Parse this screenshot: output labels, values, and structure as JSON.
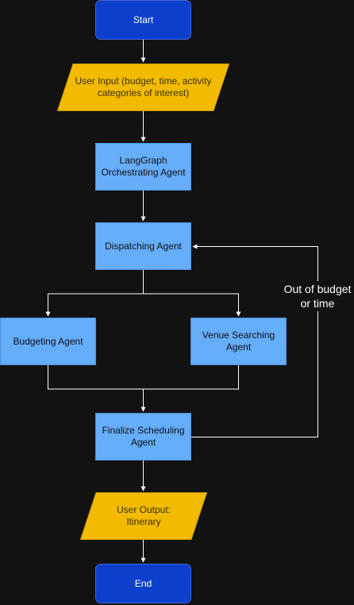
{
  "colors": {
    "background": "#121212",
    "terminal_fill": "#0d3fcc",
    "process_fill": "#66adfa",
    "io_fill": "#f2bb00",
    "edge": "#ffffff"
  },
  "nodes": {
    "start": "Start",
    "user_input": "User Input (budget, time, activity\ncategories of interest)",
    "orchestrator": "LangGraph\nOrchestrating Agent",
    "dispatching": "Dispatching Agent",
    "budgeting": "Budgeting Agent",
    "venue": "Venue Searching\nAgent",
    "finalize": "Finalize Scheduling\nAgent",
    "user_output": "User Output:\nItinerary",
    "end": "End"
  },
  "edges": {
    "loop_label": "Out of budget\nor time"
  }
}
